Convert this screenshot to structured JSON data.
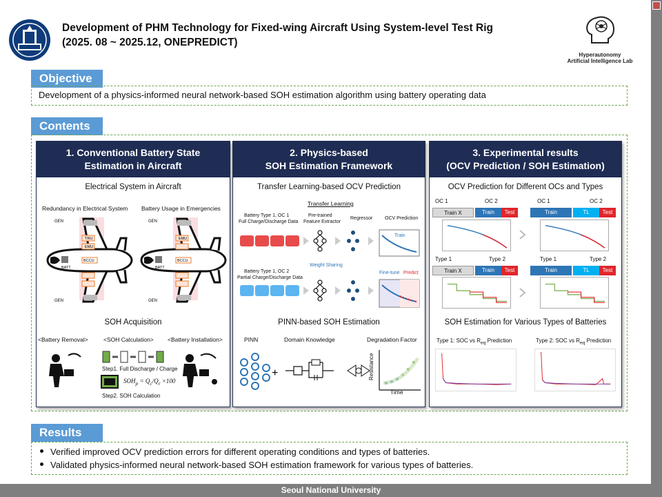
{
  "header": {
    "title_line1": "Development of PHM Technology for Fixed-wing Aircraft Using System-level Test Rig",
    "title_line2": "(2025. 08 ~ 2025.12, ONEPREDICT)",
    "lab_line1": "Hyperautonomy",
    "lab_line2": "Artificial Intelligence Lab"
  },
  "objective": {
    "label": "Objective",
    "text": "Development of a physics-informed neural network-based SOH estimation algorithm using battery operating data"
  },
  "contents": {
    "label": "Contents",
    "panel1": {
      "title_line1": "1.   Conventional Battery State",
      "title_line2": "Estimation in Aircraft",
      "sub1": "Electrical  System  in Aircraft",
      "left_caption": "Redundancy in Electrical System",
      "right_caption": "Battery Usage in Emergencies",
      "sub2": "SOH  Acquisition",
      "step_a": "<Battery Removal>",
      "step_b": "<SOH Calculation>",
      "step_c": "<Battery Installation>",
      "step1": "Step1. Full Discharge / Charge",
      "step2": "Step2. SOH Calculation",
      "labels": {
        "gen": "GEN",
        "tru": "TRU",
        "emu": "EMU",
        "bccu": "BCCU",
        "batt": "BATT"
      }
    },
    "panel2": {
      "title_line1": "2. Physics-based",
      "title_line2": "SOH Estimation Framework",
      "sub1": "Transfer Learning-based  OCV  Prediction",
      "transfer": "Transfer Learning",
      "bt1_line1": "Battery Type 1, OC 1",
      "bt1_line2": "Full Charge/Discharge Data",
      "pretrained_line1": "Pre-trained",
      "pretrained_line2": "Feature Extractor",
      "regressor": "Regressor",
      "ocv_pred": "OCV Prediction",
      "train": "Train",
      "weight_sharing": "Weight Sharing",
      "bt2_line1": "Battery Type 1, OC 2",
      "bt2_line2": "Partial Charge/Discharge Data",
      "finetune": "Fine-tune",
      "predict": "Predict",
      "sub2": "PINN-based  SOH  Estimation",
      "pinn": "PINN",
      "domain": "Domain Knowledge",
      "degradation": "Degradation Factor",
      "resistance": "Resistance",
      "time": "Time"
    },
    "panel3": {
      "title_line1": "3. Experimental results",
      "title_line2": "(OCV Prediction / SOH Estimation)",
      "sub1": "OCV  Prediction  for Different  OCs and Types",
      "oc1": "OC 1",
      "oc2": "OC 2",
      "type1": "Type 1",
      "type2": "Type 2",
      "train_x": "Train X",
      "train": "Train",
      "test": "Test",
      "tl": "TL",
      "sub2": "SOH Estimation  for Various Types of Batteries",
      "soh1": "Type 1: SOC vs R",
      "soh1_sub": "eq",
      "soh1_end": " Prediction",
      "soh2": "Type 2: SOC vs R",
      "soh2_sub": "eq",
      "soh2_end": " Prediction"
    }
  },
  "results": {
    "label": "Results",
    "items": [
      "Verified improved OCV prediction errors for different operating conditions and types of batteries.",
      "Validated physics-informed neural network-based SOH estimation framework for various types of batteries."
    ]
  },
  "footer": "Seoul National University",
  "colors": {
    "section_tab": "#5b9bd5",
    "panel_header": "#1f2d54",
    "dash_border": "#6aa84f",
    "footer": "#7f7f7f"
  }
}
